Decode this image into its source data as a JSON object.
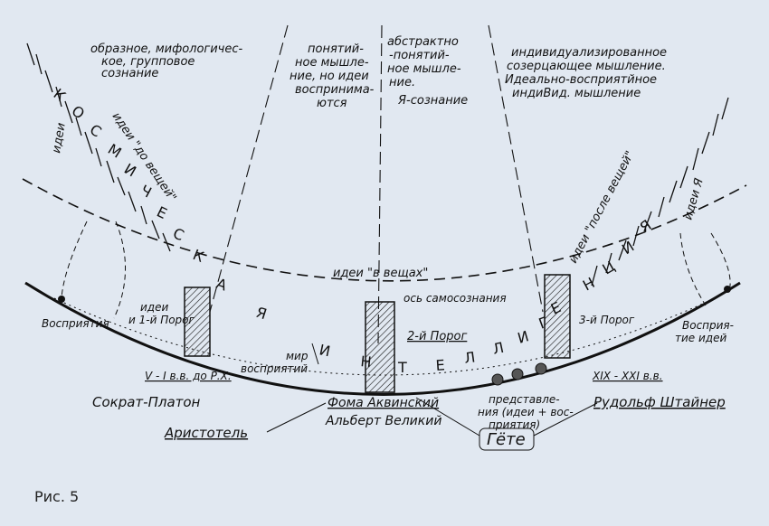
{
  "figure": {
    "caption": "Рис. 5",
    "header": {
      "col1": [
        "образное, мифологичес-",
        "кое, групповое",
        "сознание"
      ],
      "col2": [
        "понятий-",
        "ное мышле-",
        "ние, но идеи",
        "воспринима-",
        "ются"
      ],
      "col3": [
        "абстрактно",
        "-понятий-",
        "ное мышле-",
        "ние.",
        "Я-сознание"
      ],
      "col4": [
        "индивидуализированное",
        "созерцающее мышление.",
        "Идеально-восприятйное",
        "индиВид. мышление"
      ]
    },
    "arc_letters": {
      "cosmic": [
        "К",
        "О",
        "С",
        "М",
        "И",
        "Ч",
        "Е",
        "С",
        "К",
        "А",
        "Я"
      ],
      "intelligence": [
        "И",
        "Н",
        "Т",
        "Е",
        "Л",
        "Л",
        "И",
        "Г",
        "Е",
        "Н",
        "Ц",
        "И",
        "Я"
      ]
    },
    "labels": {
      "ideas_before": "идеи \"до вещей\"",
      "ideas_left": "идеи",
      "ideas_in_things": "идеи \"в вещах\"",
      "ideas_after": "идеи \"после вещей\"",
      "ideas_self": "идеи Я",
      "self_consciousness_axis": "ось самосознания",
      "threshold_1_a": "идеи",
      "threshold_1_b": "и 1-й Порог",
      "threshold_2": "2-й Порог",
      "threshold_3": "3-й Порог",
      "perception": "Восприятия",
      "world_of_perceptions_a": "мир",
      "world_of_perceptions_b": "восприятий",
      "perception_of_ideas_a": "Восприя-",
      "perception_of_ideas_b": "тие идей",
      "era_left": "V - I в.в. до Р.Х.",
      "era_right": "XIX - XXI в.в.",
      "representations": [
        "представле-",
        "ния (идеи + вос-",
        "приятия)"
      ]
    },
    "names": {
      "socrates_plato": "Сократ-Платон",
      "aristotle": "Аристотель",
      "aquinas": "Фома Аквинский",
      "albertus": "Альберт Великий",
      "goethe": "Гёте",
      "steiner": "Рудольф Штайнер"
    },
    "colors": {
      "background": "#e1e8f1",
      "ink": "#111111"
    }
  }
}
